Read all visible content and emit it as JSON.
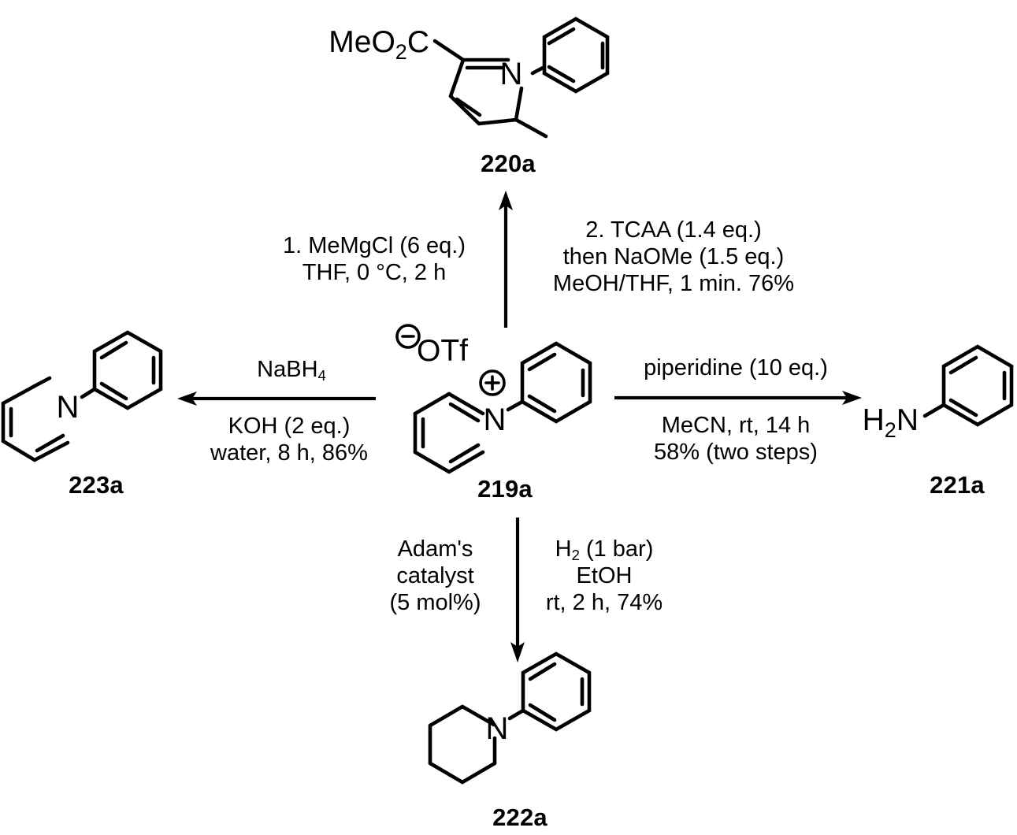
{
  "scheme": {
    "title": "Divergent transformations of N-phenylpyridinium triflate 219a",
    "stroke_color": "#000000",
    "background_color": "#ffffff"
  },
  "compounds": {
    "center": {
      "id": "219a",
      "label": "219a",
      "name": "1-phenylpyridin-1-ium trifluoromethanesulfonate",
      "counterion": "OTf",
      "counterion_charge": "⊖",
      "nitrogen_symbol": "N",
      "nitrogen_charge": "⊕"
    },
    "top": {
      "id": "220a",
      "label": "220a",
      "name": "methyl 2-methyl-1-phenyl-1,2-dihydropyridine-5-carboxylate",
      "ester_label_html": "MeO<sub>2</sub>C",
      "ester_label_text": "MeO2C",
      "nitrogen_symbol": "N"
    },
    "left": {
      "id": "223a",
      "label": "223a",
      "name": "1-phenyl-1,2-dihydropyridine",
      "nitrogen_symbol": "N"
    },
    "right": {
      "id": "221a",
      "label": "221a",
      "name": "aniline",
      "amine_label_html": "H<sub>2</sub>N",
      "amine_label_text": "H2N"
    },
    "bottom": {
      "id": "222a",
      "label": "222a",
      "name": "1-phenylpiperidine",
      "nitrogen_symbol": "N"
    }
  },
  "arrows": {
    "up": {
      "direction": "up",
      "from": "219a",
      "to": "220a",
      "left_conditions": [
        "1. MeMgCl (6 eq.)",
        "THF, 0 °C, 2 h"
      ],
      "right_conditions": [
        "2. TCAA (1.4 eq.)",
        "then NaOMe (1.5 eq.)",
        "MeOH/THF, 1 min. 76%"
      ],
      "yield": "76%"
    },
    "left": {
      "direction": "left",
      "from": "219a",
      "to": "223a",
      "above_conditions": [
        "NaBH4"
      ],
      "above_conditions_html": [
        "NaBH<sub>4</sub>"
      ],
      "below_conditions": [
        "KOH (2 eq.)",
        "water, 8 h, 86%"
      ],
      "yield": "86%"
    },
    "right": {
      "direction": "right",
      "from": "219a",
      "to": "221a",
      "above_conditions": [
        "piperidine (10 eq.)"
      ],
      "below_conditions": [
        "MeCN, rt, 14 h",
        "58% (two steps)"
      ],
      "yield": "58% (two steps)"
    },
    "down": {
      "direction": "down",
      "from": "219a",
      "to": "222a",
      "left_conditions": [
        "Adam's",
        "catalyst",
        "(5 mol%)"
      ],
      "right_conditions": [
        "H2 (1 bar)",
        "EtOH",
        "rt, 2 h, 74%"
      ],
      "right_conditions_html": [
        "H<sub>2</sub> (1 bar)",
        "EtOH",
        "rt, 2 h, 74%"
      ],
      "yield": "74%"
    }
  }
}
